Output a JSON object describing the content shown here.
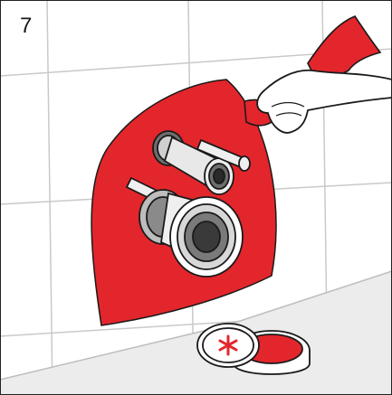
{
  "step": {
    "number": "7"
  },
  "illustration": {
    "icons": [
      "sealant-membrane",
      "outlet-pipe",
      "bolt",
      "gloved-hand",
      "cloth",
      "sealant-tin",
      "asterisk-mark"
    ]
  },
  "colors": {
    "accent": "#e3262c",
    "tile": "#ffffff",
    "tile_grout": "#c9c9c9",
    "floor": "#ececec",
    "line": "#1a1a1a",
    "metal": "#d8d8d8"
  }
}
